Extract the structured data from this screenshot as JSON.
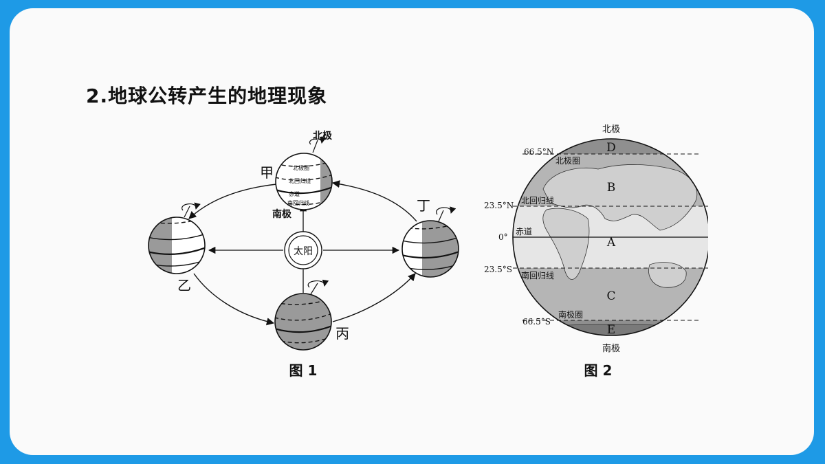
{
  "title": "2.地球公转产生的地理现象",
  "colors": {
    "frame": "#1e9ae6",
    "card": "#fafafa",
    "ink": "#111111",
    "dark_zone": "#8f8f8f",
    "mid_zone": "#b5b5b5",
    "light_zone": "#e6e6e6"
  },
  "figure1": {
    "caption": "图 1",
    "sun_label": "太阳",
    "positions": {
      "jia": "甲",
      "yi": "乙",
      "bing": "丙",
      "ding": "丁"
    },
    "north_pole": "北极",
    "south_pole": "南极",
    "small_labels": {
      "arctic_circle": "北极圈",
      "tropic_cancer": "北回归线",
      "equator": "赤道",
      "tropic_capricorn": "南回归线"
    }
  },
  "figure2": {
    "caption": "图 2",
    "north_pole": "北极",
    "south_pole": "南极",
    "latitudes": {
      "n66": "66.5°N",
      "n23": "23.5°N",
      "eq": "0°",
      "s23": "23.5°S",
      "s66": "66.5°S"
    },
    "lines": {
      "arctic_circle": "北极圈",
      "tropic_cancer": "北回归线",
      "equator": "赤道",
      "tropic_capricorn": "南回归线",
      "antarctic_circle": "南极圈"
    },
    "zones": {
      "A": "A",
      "B": "B",
      "C": "C",
      "D": "D",
      "E": "E"
    }
  }
}
